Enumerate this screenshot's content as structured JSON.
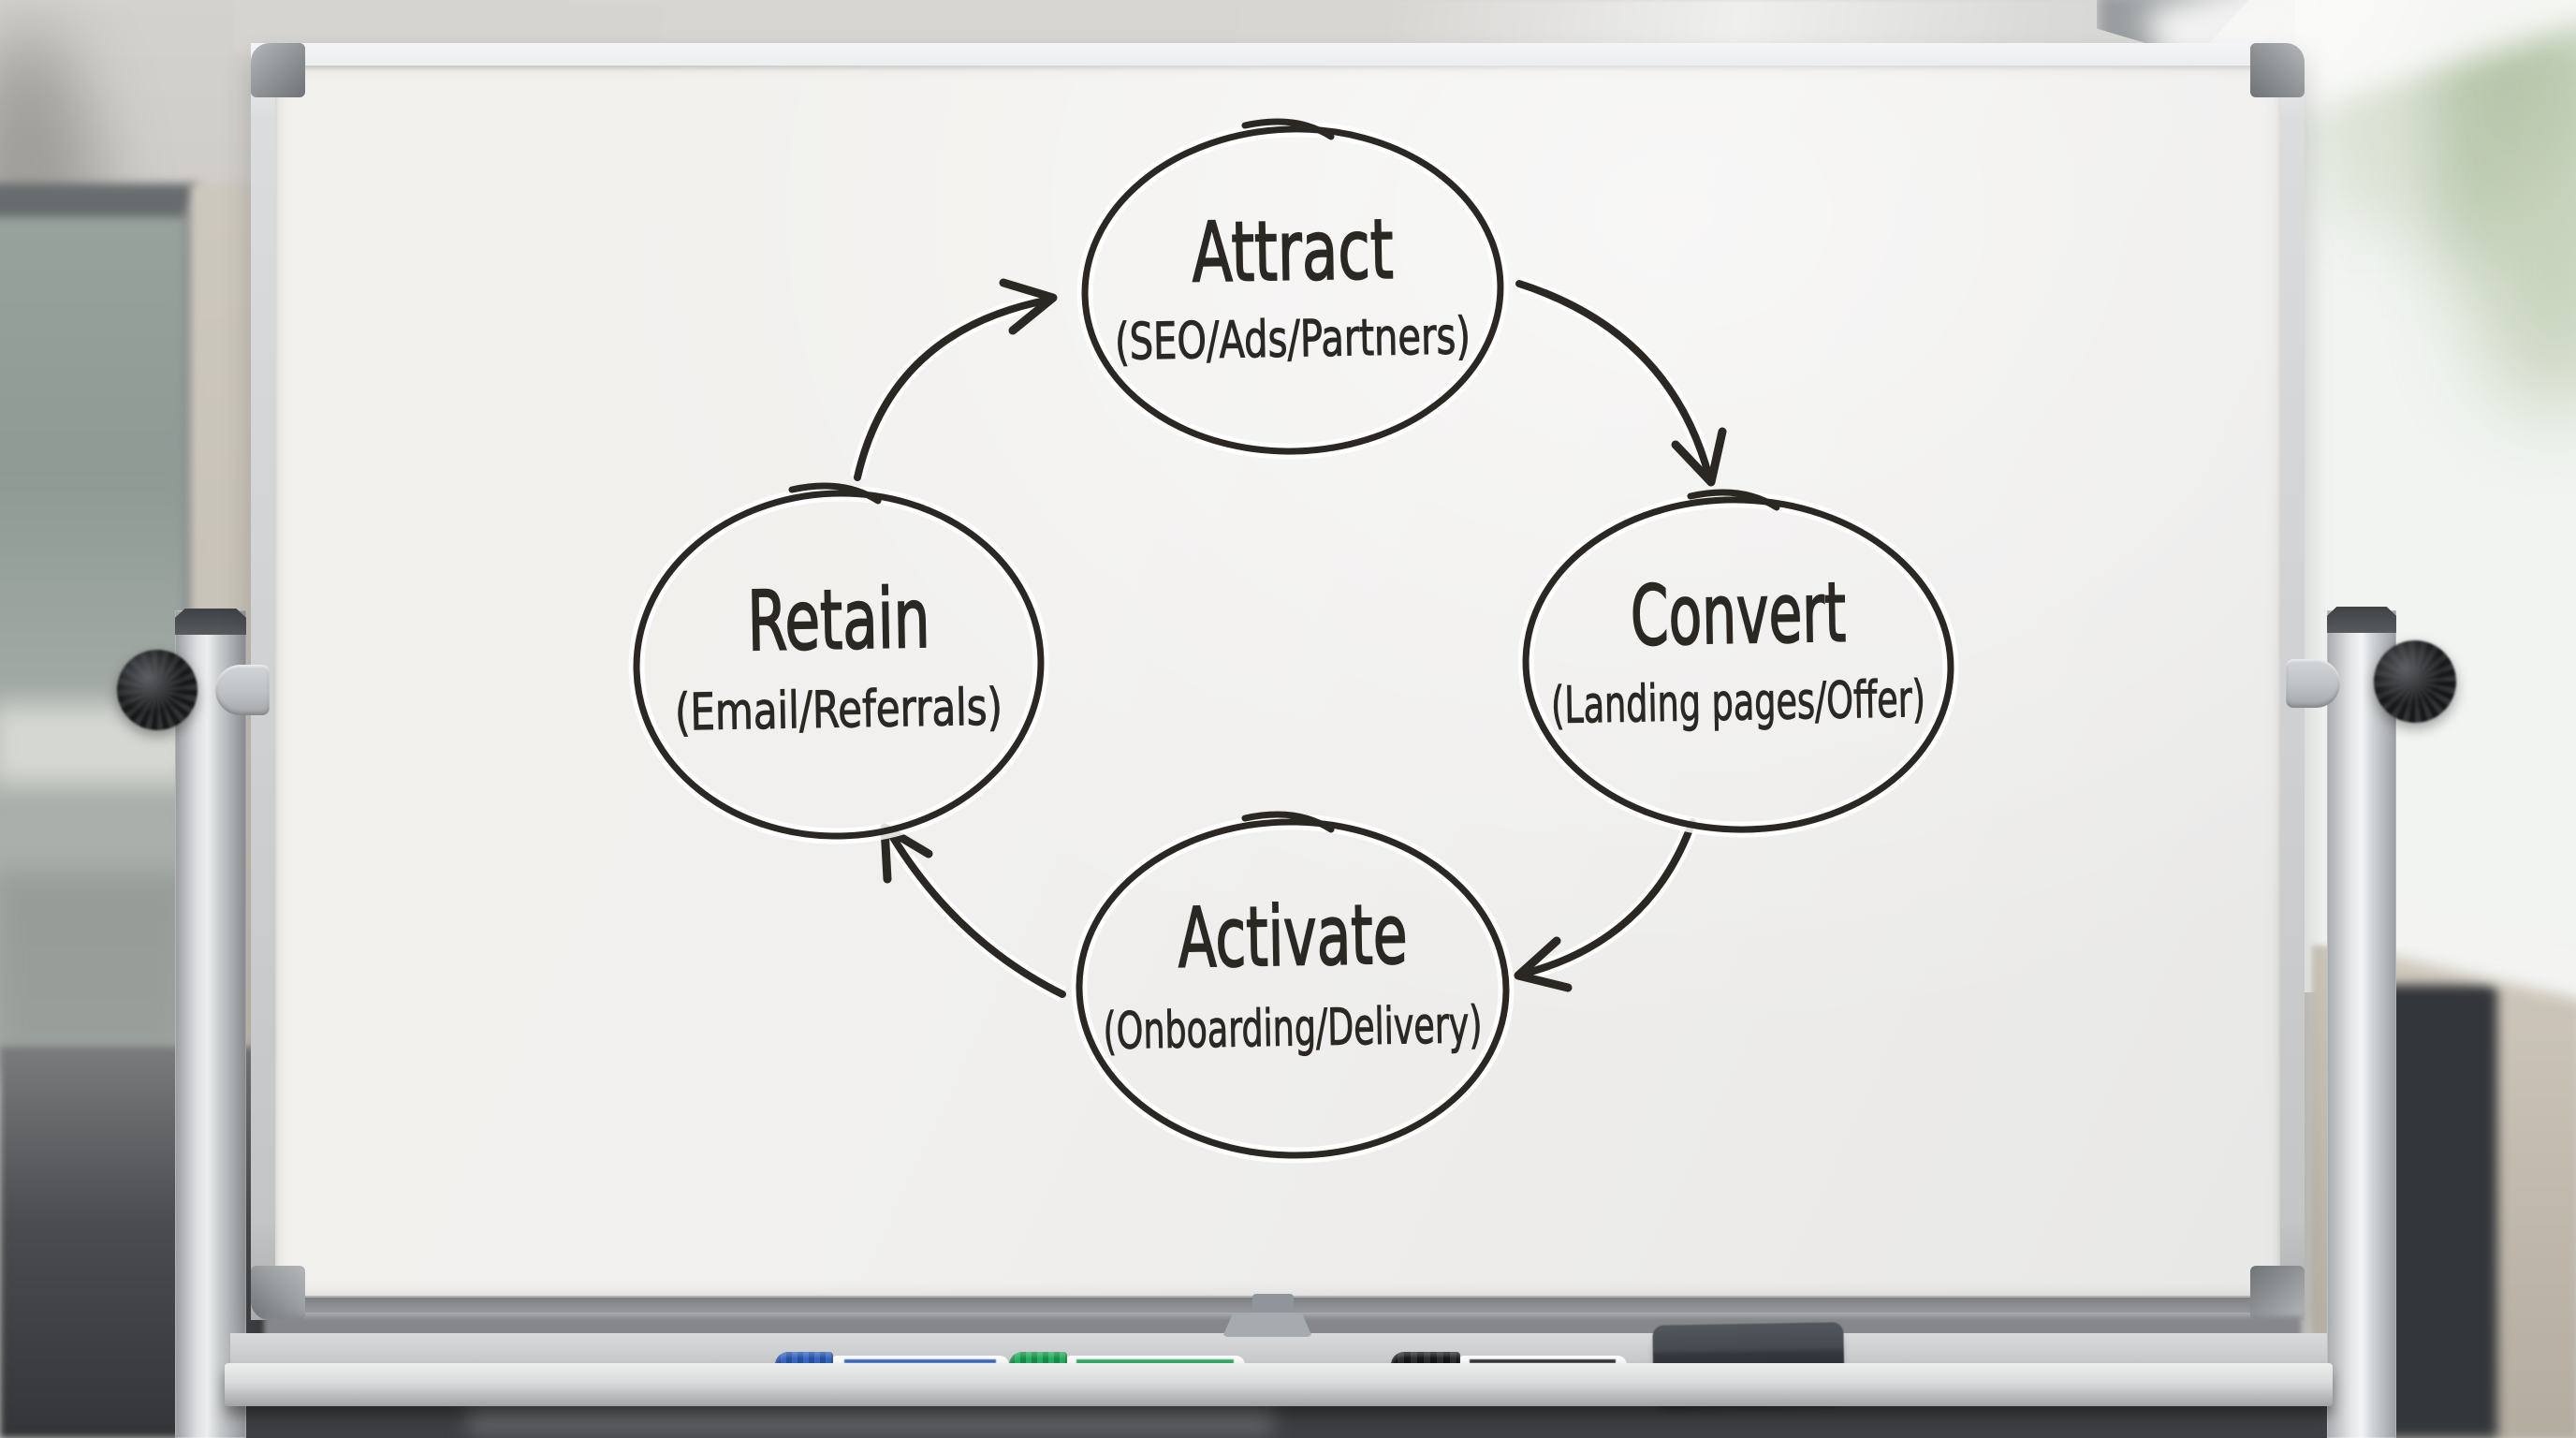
{
  "diagram": {
    "ink_color": "#2b2824",
    "nodes": [
      {
        "id": "attract",
        "label": "Attract",
        "sublabel": "(SEO/Ads/Partners)"
      },
      {
        "id": "convert",
        "label": "Convert",
        "sublabel": "(Landing pages/Offer)"
      },
      {
        "id": "activate",
        "label": "Activate",
        "sublabel": "(Onboarding/Delivery)"
      },
      {
        "id": "retain",
        "label": "Retain",
        "sublabel": "(Email/Referrals)"
      }
    ],
    "arrows": [
      {
        "from": "Attract",
        "to": "Convert"
      },
      {
        "from": "Convert",
        "to": "Activate"
      },
      {
        "from": "Activate",
        "to": "Retain"
      },
      {
        "from": "Retain",
        "to": "Attract"
      }
    ]
  },
  "tray": {
    "items": [
      {
        "name": "blue-marker",
        "color": "#2b59b5"
      },
      {
        "name": "green-marker",
        "color": "#1fa155"
      },
      {
        "name": "black-marker",
        "color": "#222326"
      },
      {
        "name": "whiteboard-eraser",
        "color": "#3a3e44"
      }
    ]
  }
}
